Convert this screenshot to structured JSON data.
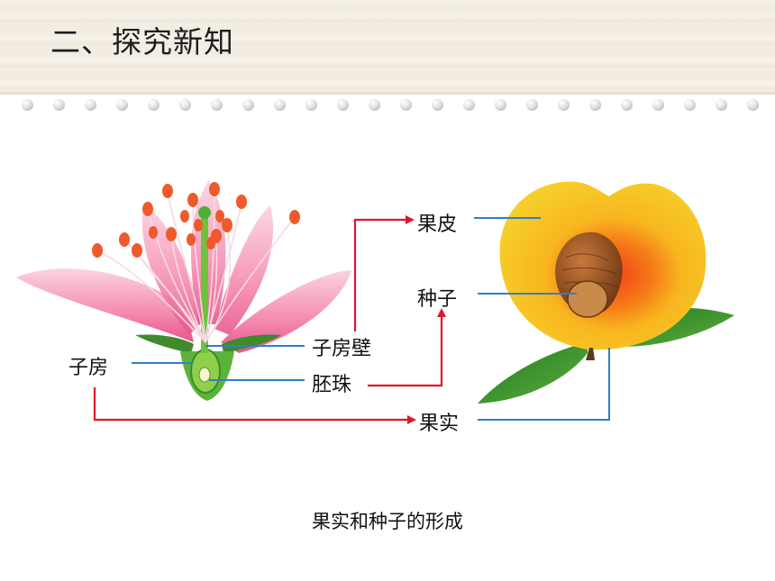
{
  "slide": {
    "title": "二、探究新知",
    "caption": "果实和种子的形成"
  },
  "labels": {
    "ovary": "子房",
    "ovary_wall": "子房壁",
    "ovule": "胚珠",
    "pericarp": "果皮",
    "seed": "种子",
    "fruit": "果实"
  },
  "colors": {
    "arrow_red": "#e0162b",
    "pointer_blue": "#2f7fc8",
    "petal_pink": "#f07fa8",
    "peach_yellow": "#f6c21a",
    "peach_orange": "#f05a14",
    "leaf_green": "#2e8a28"
  }
}
